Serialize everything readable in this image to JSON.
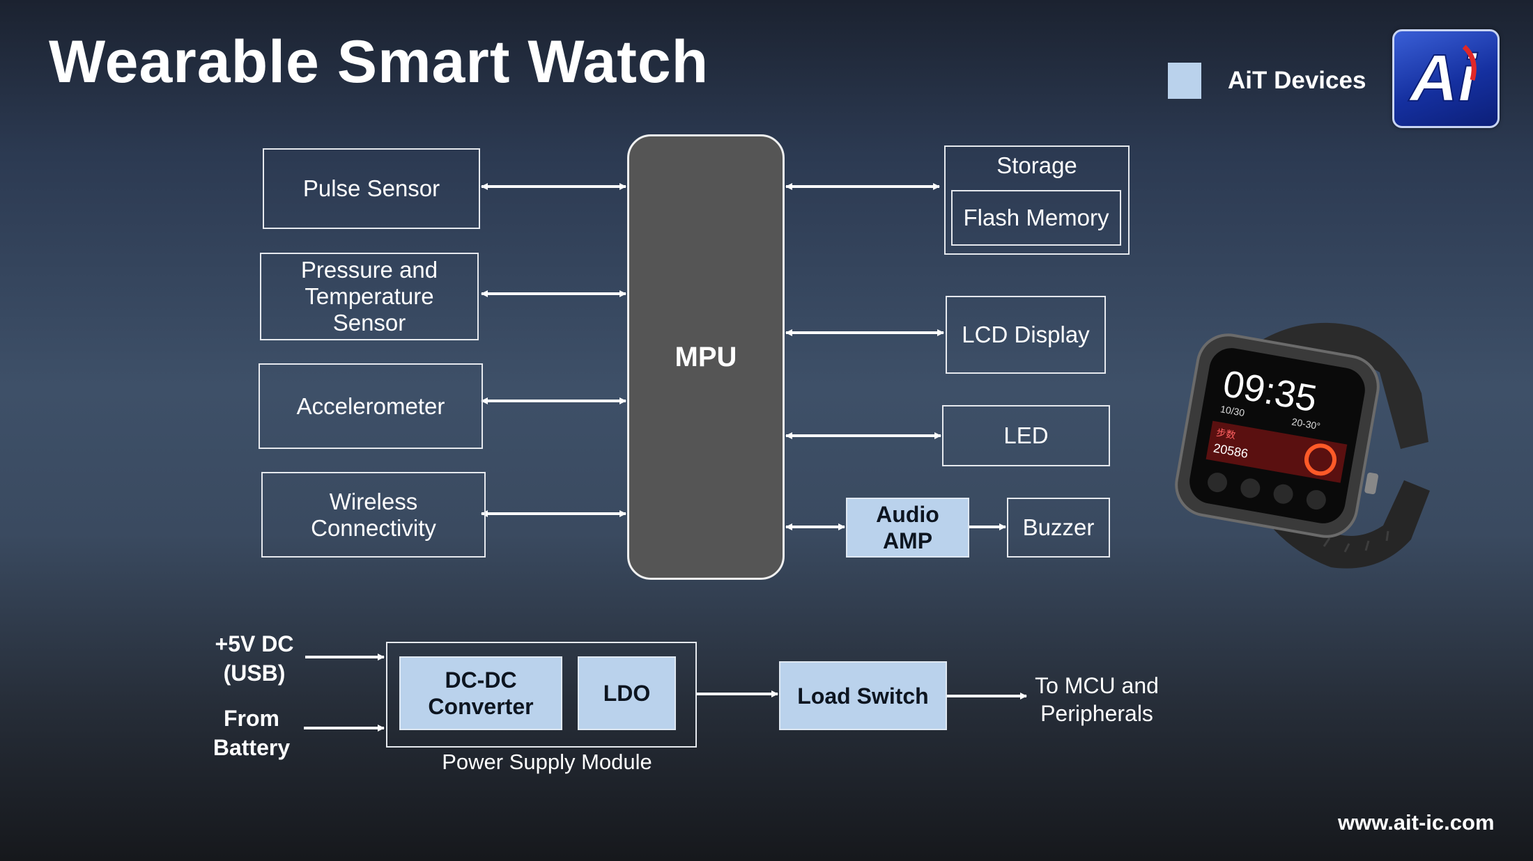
{
  "title": "Wearable Smart Watch",
  "legend": {
    "label": "AiT Devices",
    "color": "#bad2ec"
  },
  "logo": {
    "text": "Ai",
    "icon": "ait-logo"
  },
  "mpu": "MPU",
  "left_blocks": {
    "pulse": "Pulse Sensor",
    "pressure": [
      "Pressure and",
      "Temperature",
      "Sensor"
    ],
    "accel": "Accelerometer",
    "wireless": [
      "Wireless",
      "Connectivity"
    ]
  },
  "right_blocks": {
    "storage": "Storage",
    "flash": "Flash Memory",
    "lcd": "LCD Display",
    "led": "LED",
    "audio_amp": [
      "Audio",
      "AMP"
    ],
    "buzzer": "Buzzer"
  },
  "power": {
    "input_usb": [
      "+5V DC",
      "(USB)"
    ],
    "input_battery": [
      "From",
      "Battery"
    ],
    "dcdc": [
      "DC-DC",
      "Converter"
    ],
    "ldo": "LDO",
    "module_label": "Power Supply Module",
    "load_switch": "Load Switch",
    "output": [
      "To MCU and",
      "Peripherals"
    ]
  },
  "watch": {
    "time": "09:35",
    "date": "10/30",
    "temp": "20-30°",
    "steps_label": "步数",
    "steps": "20586",
    "icon": "smartwatch-image"
  },
  "website": "www.ait-ic.com"
}
